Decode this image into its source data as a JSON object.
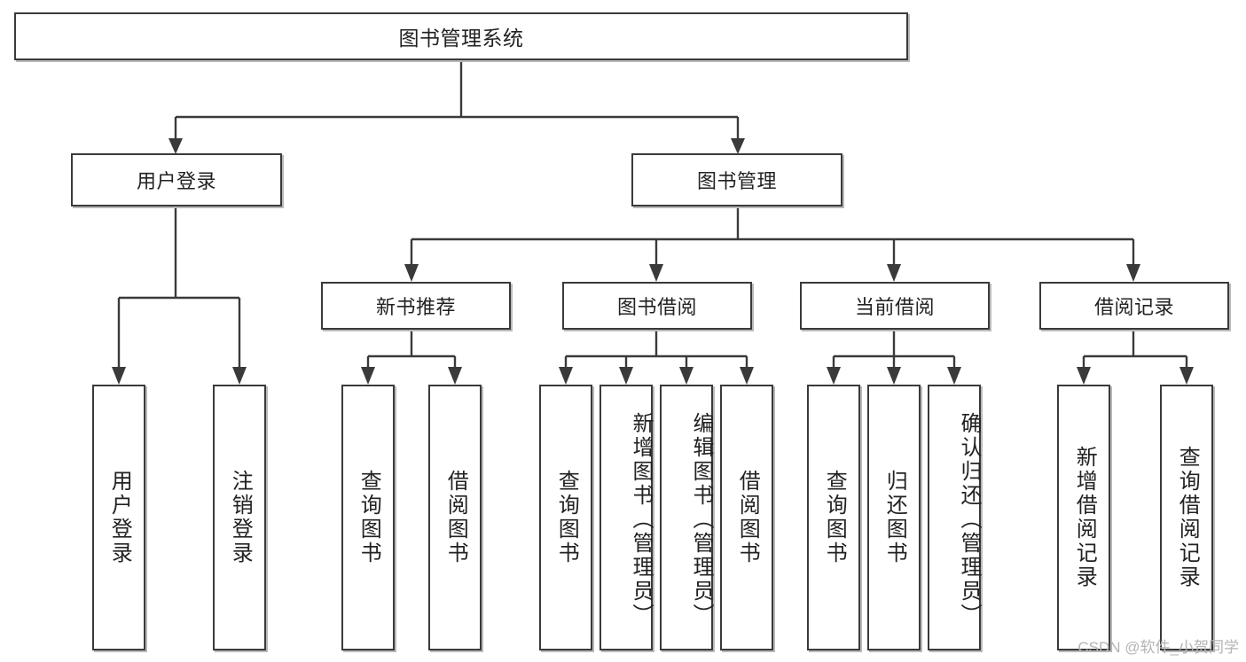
{
  "diagram": {
    "type": "tree-hierarchy",
    "title": "图书管理系统",
    "root": {
      "label": "图书管理系统"
    },
    "level2": [
      {
        "label": "用户登录"
      },
      {
        "label": "图书管理"
      }
    ],
    "level3": [
      {
        "label": "新书推荐"
      },
      {
        "label": "图书借阅"
      },
      {
        "label": "当前借阅"
      },
      {
        "label": "借阅记录"
      }
    ],
    "leaves": {
      "user_login": [
        {
          "label": "用户登录"
        },
        {
          "label": "注销登录"
        }
      ],
      "new_book_recommend": [
        {
          "label": "查询图书"
        },
        {
          "label": "借阅图书"
        }
      ],
      "book_borrow": [
        {
          "label": "查询图书"
        },
        {
          "label": "新增图书（管理员）"
        },
        {
          "label": "编辑图书（管理员）"
        },
        {
          "label": "借阅图书"
        }
      ],
      "current_borrow": [
        {
          "label": "查询图书"
        },
        {
          "label": "归还图书"
        },
        {
          "label": "确认归还（管理员）"
        }
      ],
      "borrow_record": [
        {
          "label": "新增借阅记录"
        },
        {
          "label": "查询借阅记录"
        }
      ]
    }
  },
  "watermark": {
    "text": "CSDN @软件_小贺同学"
  },
  "colors": {
    "border": "#3a3a3a",
    "shadow": "#b9b9b9",
    "text": "#222222",
    "background": "#ffffff",
    "watermark": "#b4b4b4"
  }
}
